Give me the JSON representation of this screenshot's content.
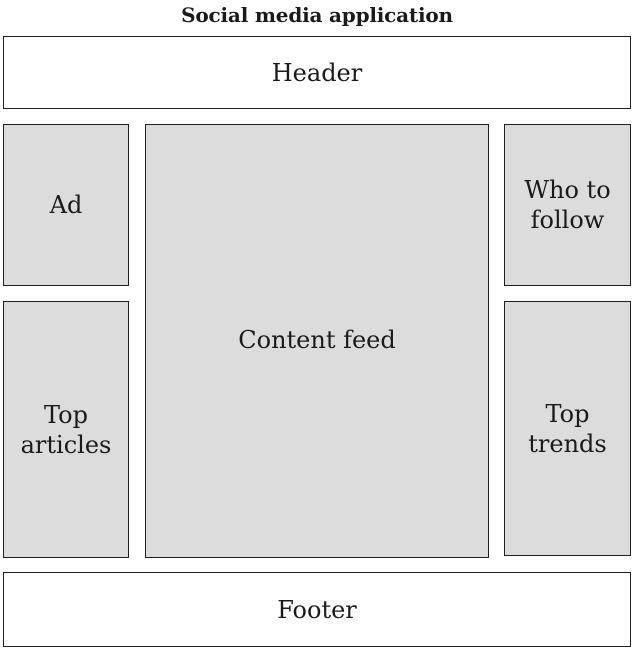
{
  "title": "Social media application",
  "blocks": {
    "header": "Header",
    "ad": "Ad",
    "content_feed": "Content feed",
    "who_to_follow": "Who to\nfollow",
    "top_articles": "Top\narticles",
    "top_trends": "Top\ntrends",
    "footer": "Footer"
  },
  "colors": {
    "panel_fill": "#dcdcdc",
    "bar_fill": "#ffffff",
    "border": "#1f1f1f"
  }
}
